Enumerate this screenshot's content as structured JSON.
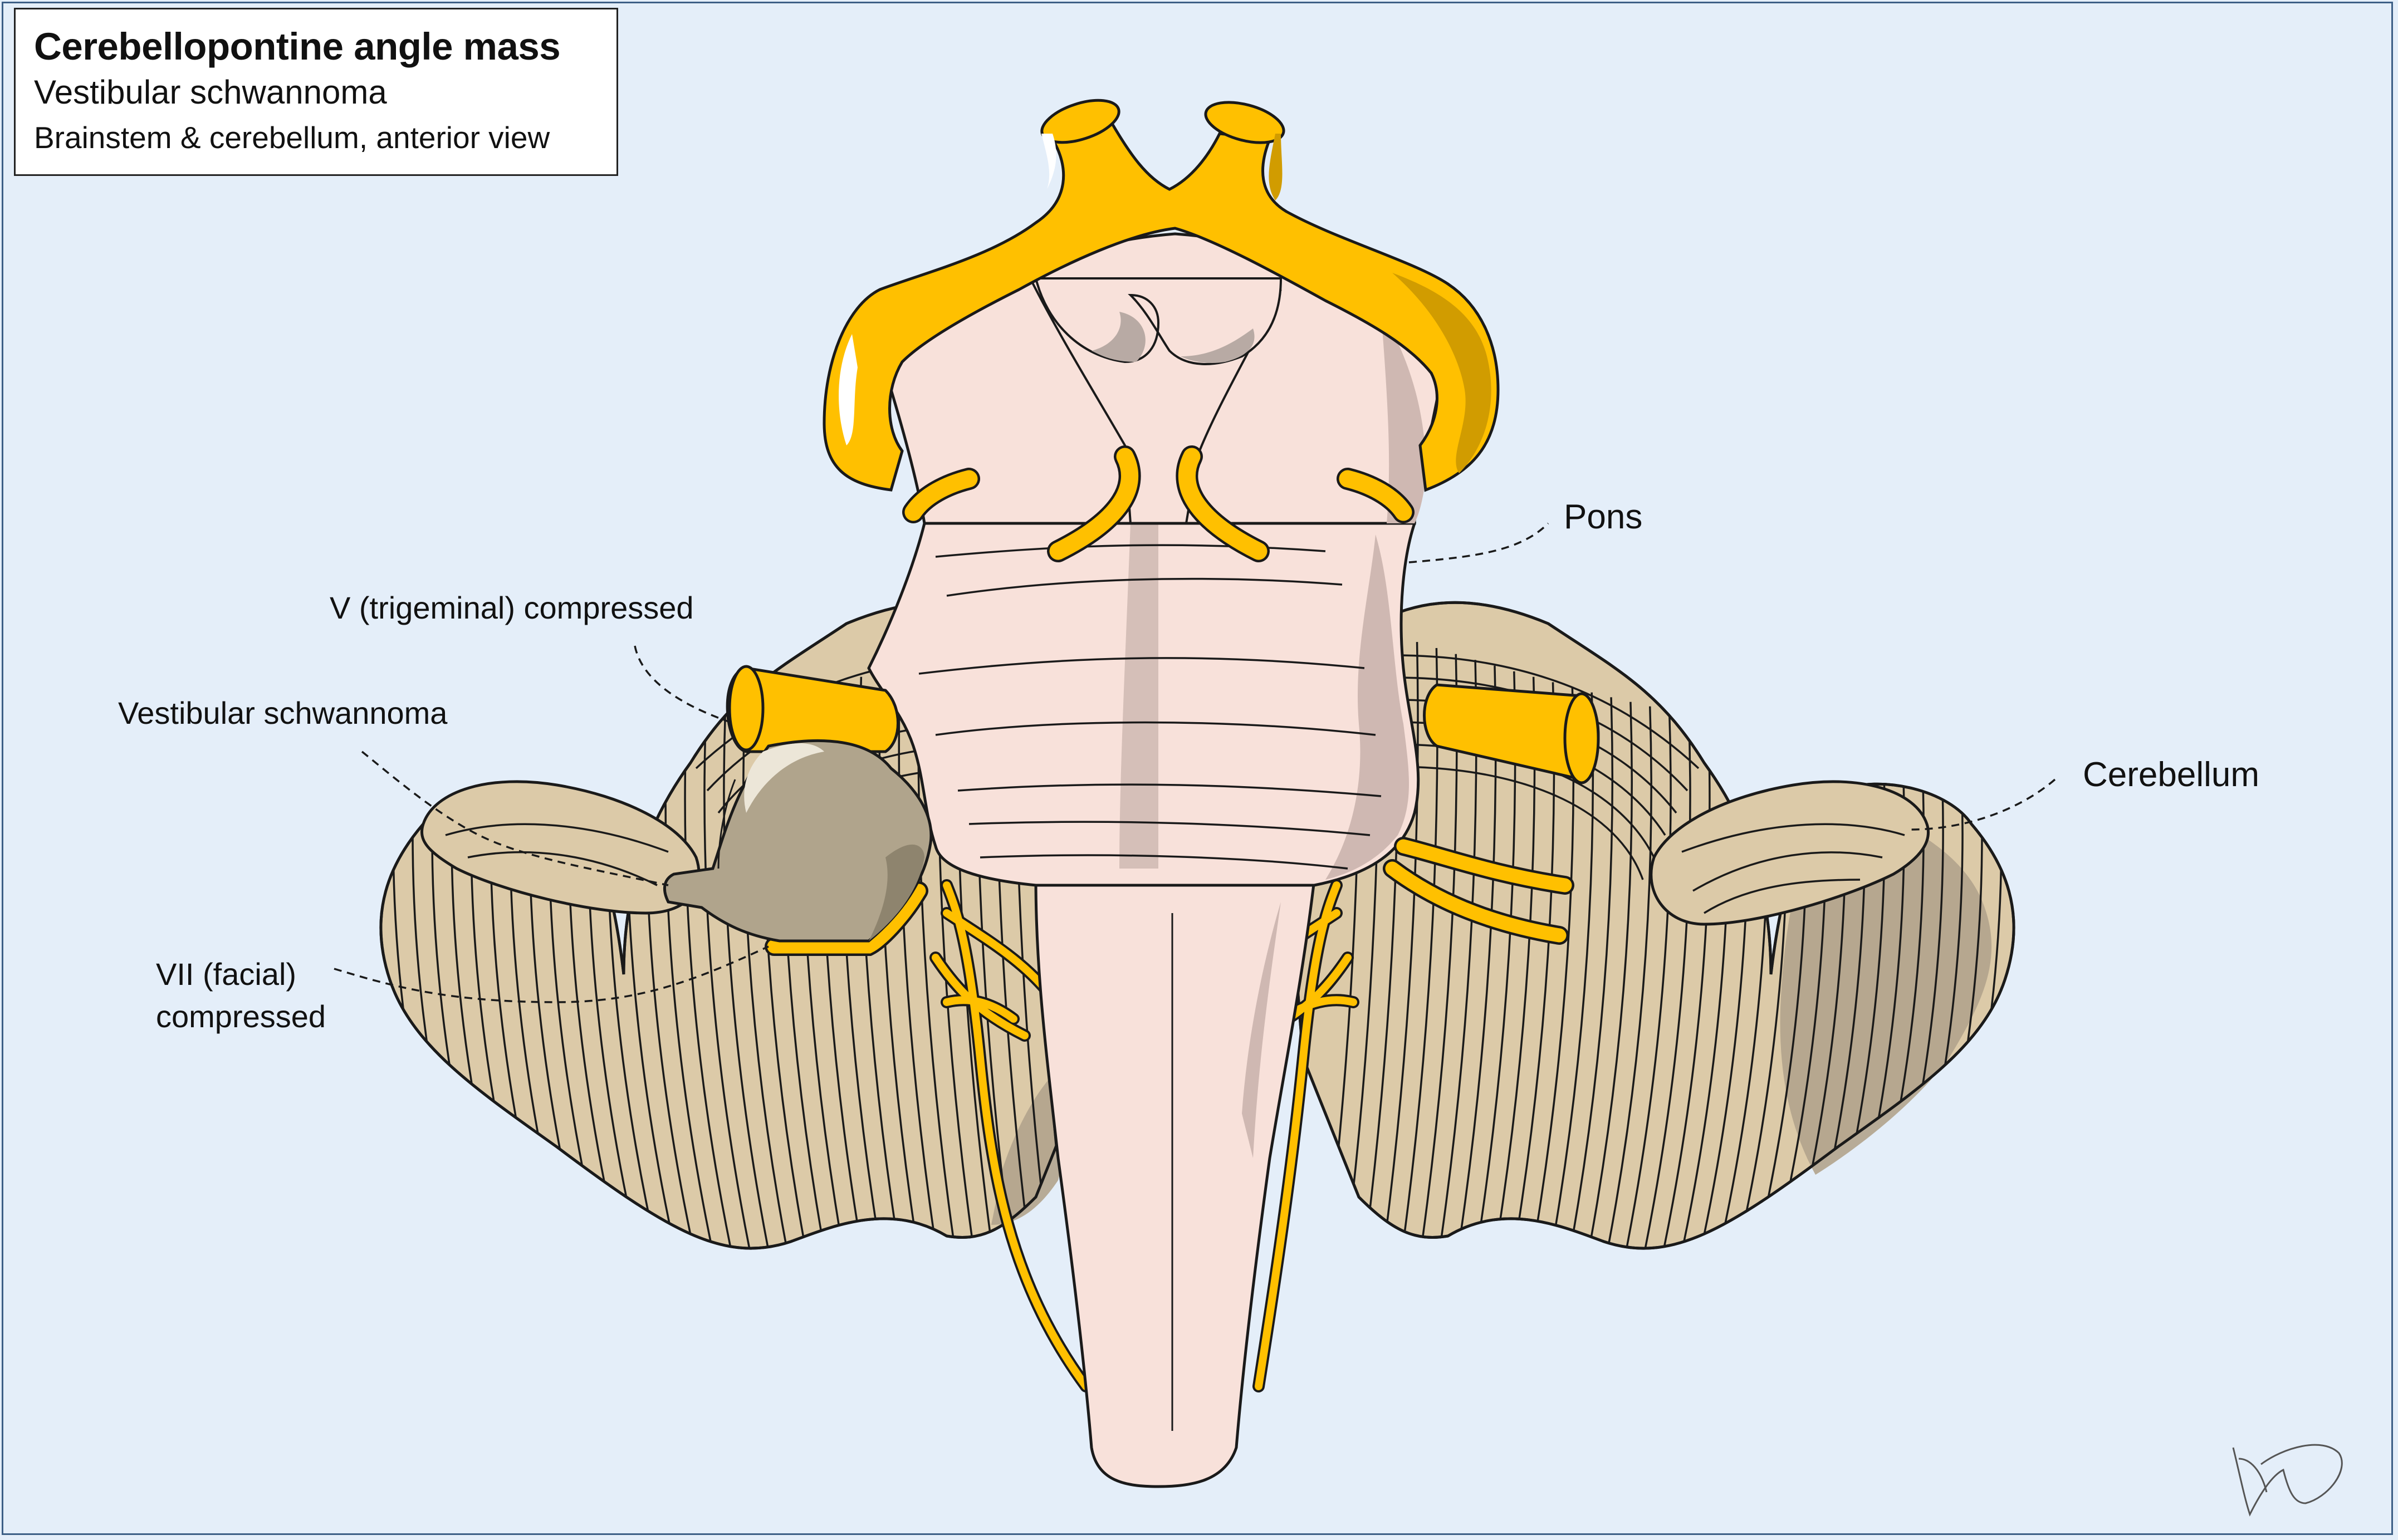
{
  "title": "Cerebellopontine angle mass",
  "subtitle": "Vestibular schwannoma",
  "view": "Brainstem & cerebellum, anterior view",
  "labels": {
    "pons": "Pons",
    "trigeminal": "V (trigeminal) compressed",
    "schwannoma": "Vestibular schwannoma",
    "cerebellum": "Cerebellum",
    "facial_line1": "VII (facial)",
    "facial_line2": "compressed"
  },
  "colors": {
    "background": "#e4eef9",
    "vessel_yellow": "#ffc000",
    "vessel_shadow": "#d19c00",
    "brainstem_pink": "#f8e1da",
    "brainstem_shadow": "#cfb8b2",
    "cerebellum_tan": "#dccaa8",
    "cerebellum_shadow": "#b1a38c",
    "tumor_gray": "#b0a48c",
    "outline": "#1a1a1a"
  },
  "icons": [
    "signature-mark"
  ]
}
